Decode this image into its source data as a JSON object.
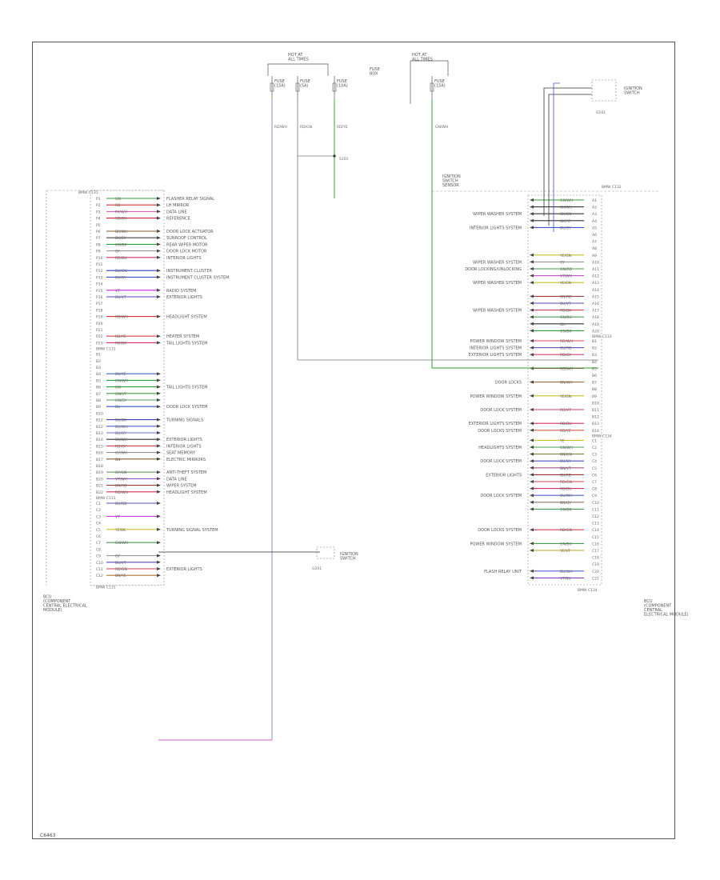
{
  "footer_code": "C6463",
  "left_module": {
    "connector_top": "BMW C131",
    "connector_bottom": "BMW C131",
    "label": "BCU\n(COMPONENT\nCENTRAL ELECTRICAL\nMODULE)",
    "pins_a": [
      {
        "pin": "P1",
        "wire": "GN",
        "color": "#2e9e2e",
        "desc": "FLASHER RELAY SIGNAL"
      },
      {
        "pin": "P2",
        "wire": "RD",
        "color": "#e03030",
        "desc": "LH MIRROR"
      },
      {
        "pin": "P3",
        "wire": "PK/WH",
        "color": "#e060c0",
        "desc": "DATA LINE"
      },
      {
        "pin": "P4",
        "wire": "RD/BK",
        "color": "#d02040",
        "desc": "REFERENCE"
      },
      {
        "pin": "P5",
        "wire": "",
        "color": "",
        "desc": ""
      },
      {
        "pin": "P6",
        "wire": "BR/WH",
        "color": "#8a5a2a",
        "desc": "DOOR LOCK ACTUATOR"
      },
      {
        "pin": "P7",
        "wire": "BK/GY",
        "color": "#444444",
        "desc": "SUNROOF CONTROL"
      },
      {
        "pin": "P8",
        "wire": "GN/BK",
        "color": "#2e9e2e",
        "desc": "REAR WIPER MOTOR"
      },
      {
        "pin": "P9",
        "wire": "GY",
        "color": "#999999",
        "desc": "DOOR LOCK MOTOR"
      },
      {
        "pin": "P10",
        "wire": "RD/BU",
        "color": "#d03060",
        "desc": "INTERIOR LIGHTS"
      },
      {
        "pin": "P11",
        "wire": "",
        "color": "",
        "desc": ""
      },
      {
        "pin": "P12",
        "wire": "BU/GN",
        "color": "#3040d0",
        "desc": "INSTRUMENT CLUSTER"
      },
      {
        "pin": "P13",
        "wire": "BU/GY",
        "color": "#4050c0",
        "desc": "INSTRUMENT CLUSTER SYSTEM"
      },
      {
        "pin": "P14",
        "wire": "",
        "color": "",
        "desc": ""
      },
      {
        "pin": "P15",
        "wire": "VT",
        "color": "#c020e0",
        "desc": "RADIO SYSTEM"
      },
      {
        "pin": "P16",
        "wire": "BU/VT",
        "color": "#6040d0",
        "desc": "EXTERIOR LIGHTS"
      },
      {
        "pin": "P17",
        "wire": "",
        "color": "",
        "desc": ""
      },
      {
        "pin": "P18",
        "wire": "",
        "color": "",
        "desc": ""
      },
      {
        "pin": "P19",
        "wire": "RD/WH",
        "color": "#e03030",
        "desc": "HEADLIGHT SYSTEM"
      },
      {
        "pin": "P20",
        "wire": "",
        "color": "",
        "desc": ""
      },
      {
        "pin": "P21",
        "wire": "",
        "color": "",
        "desc": ""
      },
      {
        "pin": "P22",
        "wire": "RD/YE",
        "color": "#e04040",
        "desc": "HEATER SYSTEM"
      },
      {
        "pin": "P23",
        "wire": "RD/BK",
        "color": "#e03060",
        "desc": "TAIL LIGHTS SYSTEM"
      }
    ],
    "pins_b": [
      {
        "pin": "B1",
        "wire": "",
        "color": "",
        "desc": ""
      },
      {
        "pin": "B2",
        "wire": "",
        "color": "",
        "desc": ""
      },
      {
        "pin": "B3",
        "wire": "",
        "color": "",
        "desc": ""
      },
      {
        "pin": "B4",
        "wire": "BU/YE",
        "color": "#4060c0",
        "desc": ""
      },
      {
        "pin": "B5",
        "wire": "GN/WH",
        "color": "#30a040",
        "desc": ""
      },
      {
        "pin": "B6",
        "wire": "GN",
        "color": "#2e9e2e",
        "desc": "TAIL LIGHTS SYSTEM"
      },
      {
        "pin": "B7",
        "wire": "GN/VT",
        "color": "#40a040",
        "desc": ""
      },
      {
        "pin": "B8",
        "wire": "GN/GY",
        "color": "#50a050",
        "desc": ""
      },
      {
        "pin": "B9",
        "wire": "BU",
        "color": "#3050d0",
        "desc": "DOOR LOCK SYSTEM"
      },
      {
        "pin": "B10",
        "wire": "",
        "color": "",
        "desc": ""
      },
      {
        "pin": "B11",
        "wire": "BU/BK",
        "color": "#4040b0",
        "desc": "TURNING SIGNALS"
      },
      {
        "pin": "B12",
        "wire": "BU/WH",
        "color": "#5060d0",
        "desc": ""
      },
      {
        "pin": "B13",
        "wire": "BU/GY",
        "color": "#6070d0",
        "desc": ""
      },
      {
        "pin": "B14",
        "wire": "BK/WH",
        "color": "#333333",
        "desc": "EXTERIOR LIGHTS"
      },
      {
        "pin": "B15",
        "wire": "RD/GY",
        "color": "#d04040",
        "desc": "INTERIOR LIGHTS"
      },
      {
        "pin": "B16",
        "wire": "GY/WH",
        "color": "#999999",
        "desc": "SEAT MEMORY"
      },
      {
        "pin": "B17",
        "wire": "BN",
        "color": "#8a5a2a",
        "desc": "ELECTRIC MIRRORS"
      },
      {
        "pin": "B18",
        "wire": "",
        "color": "",
        "desc": ""
      },
      {
        "pin": "B19",
        "wire": "GY/GN",
        "color": "#60a060",
        "desc": "ANTI-THEFT SYSTEM"
      },
      {
        "pin": "B20",
        "wire": "VT/WH",
        "color": "#a050c0",
        "desc": "DATA LINE"
      },
      {
        "pin": "B21",
        "wire": "BN/RD",
        "color": "#a04030",
        "desc": "WIPER SYSTEM"
      },
      {
        "pin": "B22",
        "wire": "RD/WH",
        "color": "#d03050",
        "desc": "HEADLIGHT SYSTEM"
      }
    ],
    "pins_c": [
      {
        "pin": "C1",
        "wire": "BU/RD",
        "color": "#5050c0",
        "desc": ""
      },
      {
        "pin": "C2",
        "wire": "",
        "color": "",
        "desc": ""
      },
      {
        "pin": "C3",
        "wire": "VT",
        "color": "#d040e0",
        "desc": ""
      },
      {
        "pin": "C4",
        "wire": "",
        "color": "",
        "desc": ""
      },
      {
        "pin": "C5",
        "wire": "YE/BK",
        "color": "#d0c020",
        "desc": "TURNING SIGNAL SYSTEM"
      },
      {
        "pin": "C6",
        "wire": "",
        "color": "",
        "desc": ""
      },
      {
        "pin": "C7",
        "wire": "GN/WH",
        "color": "#40a050",
        "desc": ""
      },
      {
        "pin": "C8",
        "wire": "",
        "color": "",
        "desc": ""
      },
      {
        "pin": "C9",
        "wire": "GY",
        "color": "#999999",
        "desc": ""
      },
      {
        "pin": "C10",
        "wire": "BU/VT",
        "color": "#6040c0",
        "desc": ""
      },
      {
        "pin": "C11",
        "wire": "RD/GN",
        "color": "#d04050",
        "desc": "EXTERIOR LIGHTS"
      },
      {
        "pin": "C12",
        "wire": "BN/YE",
        "color": "#b07030",
        "desc": ""
      }
    ]
  },
  "right_module": {
    "connector_top": "BMW C132",
    "connector_mid": "BMW C133",
    "connector_bottom": "BMW C134",
    "label": "BCU\n(COMPONENT\nCENTRAL\nELECTRICAL MODULE)",
    "pins": [
      {
        "pin": "A1",
        "wire": "GN/WH",
        "color": "#2e9e2e",
        "desc": ""
      },
      {
        "pin": "A2",
        "wire": "BK/WH",
        "color": "#333333",
        "desc": ""
      },
      {
        "pin": "A3",
        "wire": "BK/GN",
        "color": "#333333",
        "desc": "WIPER WASHER SYSTEM"
      },
      {
        "pin": "A4",
        "wire": "BK/YE",
        "color": "#333333",
        "desc": ""
      },
      {
        "pin": "A5",
        "wire": "BU/GY",
        "color": "#4050d0",
        "desc": "INTERIOR LIGHTS SYSTEM"
      },
      {
        "pin": "A6",
        "wire": "",
        "color": "",
        "desc": ""
      },
      {
        "pin": "A7",
        "wire": "",
        "color": "",
        "desc": ""
      },
      {
        "pin": "A8",
        "wire": "",
        "color": "",
        "desc": ""
      },
      {
        "pin": "A9",
        "wire": "YE/GN",
        "color": "#c0c020",
        "desc": ""
      },
      {
        "pin": "A10",
        "wire": "GY",
        "color": "#999999",
        "desc": "WIPER WASHER SYSTEM"
      },
      {
        "pin": "A11",
        "wire": "GN/RD",
        "color": "#40a040",
        "desc": "DOOR LOCKING/UNLOCKING"
      },
      {
        "pin": "A12",
        "wire": "VT/WH",
        "color": "#d050e0",
        "desc": ""
      },
      {
        "pin": "A13",
        "wire": "YE/GN",
        "color": "#c0c020",
        "desc": "WIPER WASHER SYSTEM"
      },
      {
        "pin": "A14",
        "wire": "",
        "color": "",
        "desc": ""
      },
      {
        "pin": "A15",
        "wire": "BN/RD",
        "color": "#a04040",
        "desc": ""
      },
      {
        "pin": "A16",
        "wire": "BU/VT",
        "color": "#6040c0",
        "desc": ""
      },
      {
        "pin": "A17",
        "wire": "RD/BK",
        "color": "#d04050",
        "desc": "WIPER WASHER SYSTEM"
      },
      {
        "pin": "A18",
        "wire": "GN/BU",
        "color": "#40a050",
        "desc": ""
      },
      {
        "pin": "A19",
        "wire": "BK",
        "color": "#333333",
        "desc": ""
      },
      {
        "pin": "A20",
        "wire": "GN/BK",
        "color": "#2e9e2e",
        "desc": ""
      },
      {
        "pin": "B1",
        "wire": "RD/WH",
        "color": "#e04050",
        "desc": "POWER WINDOW SYSTEM"
      },
      {
        "pin": "B2",
        "wire": "BU/RD",
        "color": "#6050c0",
        "desc": "INTERIOR LIGHTS SYSTEM"
      },
      {
        "pin": "B3",
        "wire": "RD/GY",
        "color": "#d04060",
        "desc": "EXTERIOR LIGHTS SYSTEM"
      },
      {
        "pin": "B4",
        "wire": "",
        "color": "",
        "desc": ""
      },
      {
        "pin": "B5",
        "wire": "RD/WH",
        "color": "#d03050",
        "desc": ""
      },
      {
        "pin": "B6",
        "wire": "",
        "color": "",
        "desc": ""
      },
      {
        "pin": "B7",
        "wire": "BN/WH",
        "color": "#a07030",
        "desc": "DOOR LOCKS"
      },
      {
        "pin": "B8",
        "wire": "",
        "color": "",
        "desc": ""
      },
      {
        "pin": "B9",
        "wire": "YE/GN",
        "color": "#c0c020",
        "desc": "POWER WINDOW SYSTEM"
      },
      {
        "pin": "B10",
        "wire": "",
        "color": "",
        "desc": ""
      },
      {
        "pin": "B11",
        "wire": "RD/VT",
        "color": "#d04070",
        "desc": "DOOR LOCK SYSTEM"
      },
      {
        "pin": "B12",
        "wire": "",
        "color": "",
        "desc": ""
      },
      {
        "pin": "B13",
        "wire": "RD/BU",
        "color": "#d03060",
        "desc": "EXTERIOR LIGHTS SYSTEM"
      },
      {
        "pin": "B14",
        "wire": "RD/YE",
        "color": "#d06040",
        "desc": "DOOR LOCKS SYSTEM"
      },
      {
        "pin": "C1",
        "wire": "YE",
        "color": "#d0c020",
        "desc": ""
      },
      {
        "pin": "C2",
        "wire": "GN/WH",
        "color": "#40a050",
        "desc": "HEADLIGHTS SYSTEM"
      },
      {
        "pin": "C3",
        "wire": "BN/GN",
        "color": "#808040",
        "desc": ""
      },
      {
        "pin": "C4",
        "wire": "BU/GY",
        "color": "#4050d0",
        "desc": "DOOR LOCK SYSTEM"
      },
      {
        "pin": "C5",
        "wire": "BN/VT",
        "color": "#a05080",
        "desc": ""
      },
      {
        "pin": "C6",
        "wire": "BK/RD",
        "color": "#a03030",
        "desc": "EXTERIOR LIGHTS"
      },
      {
        "pin": "C7",
        "wire": "RD/GN",
        "color": "#d04050",
        "desc": ""
      },
      {
        "pin": "C8",
        "wire": "RD/BU",
        "color": "#d03060",
        "desc": ""
      },
      {
        "pin": "C9",
        "wire": "BU/WH",
        "color": "#5060d0",
        "desc": "DOOR LOCK SYSTEM"
      },
      {
        "pin": "C10",
        "wire": "BN/GY",
        "color": "#907060",
        "desc": ""
      },
      {
        "pin": "C11",
        "wire": "GN/BK",
        "color": "#40a050",
        "desc": ""
      },
      {
        "pin": "C12",
        "wire": "",
        "color": "",
        "desc": ""
      },
      {
        "pin": "C13",
        "wire": "",
        "color": "",
        "desc": ""
      },
      {
        "pin": "C14",
        "wire": "RD/GN",
        "color": "#d04050",
        "desc": "DOOR LOCKS SYSTEM"
      },
      {
        "pin": "C15",
        "wire": "",
        "color": "",
        "desc": ""
      },
      {
        "pin": "C16",
        "wire": "GN/BU",
        "color": "#40a050",
        "desc": "POWER WINDOW SYSTEM"
      },
      {
        "pin": "C17",
        "wire": "YE/VT",
        "color": "#c0a020",
        "desc": ""
      },
      {
        "pin": "C18",
        "wire": "",
        "color": "",
        "desc": ""
      },
      {
        "pin": "C19",
        "wire": "",
        "color": "",
        "desc": ""
      },
      {
        "pin": "C20",
        "wire": "BU/WH",
        "color": "#5060d0",
        "desc": "FLASH RELAY UNIT"
      },
      {
        "pin": "C21",
        "wire": "VT/BU",
        "color": "#8040c0",
        "desc": ""
      }
    ]
  },
  "top_components": [
    {
      "label": "HOT AT\nALL TIMES",
      "fuse": "FUSE\n(15A)",
      "wire": "RD/WH",
      "color": "#888888"
    },
    {
      "label": "",
      "fuse": "FUSE\n(5A)",
      "wire": "RD/GN",
      "color": "#888888"
    },
    {
      "label": "",
      "fuse": "FUSE\n(10A)",
      "wire": "RD/YE",
      "color": "#30a030"
    },
    {
      "label": "FUSE\nBOX",
      "fuse": "",
      "wire": "",
      "color": ""
    },
    {
      "label": "HOT AT\nALL TIMES",
      "fuse": "FUSE\n(15A)",
      "wire": "GN/WH",
      "color": "#30a030"
    }
  ],
  "ground_labels": [
    "G101",
    "G201"
  ],
  "splice_label": "S101",
  "sensor_label": "IGNITION\nSWITCH",
  "mid_component": "IGNITION\nSWITCH\nSENSOR"
}
